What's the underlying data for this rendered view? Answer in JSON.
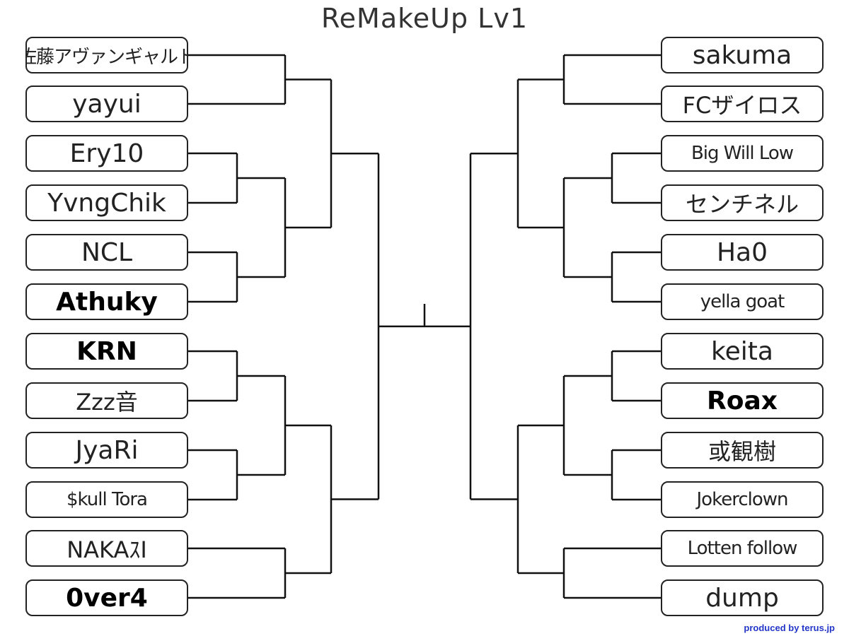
{
  "title": "ReMakeUp Lv1",
  "credit": "produced by terus.jp",
  "left_entries": [
    {
      "name": "佐藤アヴァンギャルド",
      "winner": false
    },
    {
      "name": "yayui",
      "winner": false
    },
    {
      "name": "Ery10",
      "winner": false
    },
    {
      "name": "YvngChik",
      "winner": false
    },
    {
      "name": "NCL",
      "winner": false
    },
    {
      "name": "Athuky",
      "winner": true
    },
    {
      "name": "KRN",
      "winner": true
    },
    {
      "name": "Zzz音",
      "winner": false
    },
    {
      "name": "JyaRi",
      "winner": false
    },
    {
      "name": "$kull Tora",
      "winner": false
    },
    {
      "name": "NAKAｽI",
      "winner": false
    },
    {
      "name": "0ver4",
      "winner": true
    }
  ],
  "right_entries": [
    {
      "name": "sakuma",
      "winner": false
    },
    {
      "name": "FCザイロス",
      "winner": false
    },
    {
      "name": "Big Will Low",
      "winner": false
    },
    {
      "name": "センチネル",
      "winner": false
    },
    {
      "name": "Ha0",
      "winner": false
    },
    {
      "name": "yella goat",
      "winner": false
    },
    {
      "name": "keita",
      "winner": false
    },
    {
      "name": "Roax",
      "winner": true
    },
    {
      "name": "或観樹",
      "winner": false
    },
    {
      "name": "Jokerclown",
      "winner": false
    },
    {
      "name": "Lotten follow",
      "winner": false
    },
    {
      "name": "dump",
      "winner": false
    }
  ],
  "colors": {
    "line": "#111111",
    "credit": "#2336c8"
  }
}
